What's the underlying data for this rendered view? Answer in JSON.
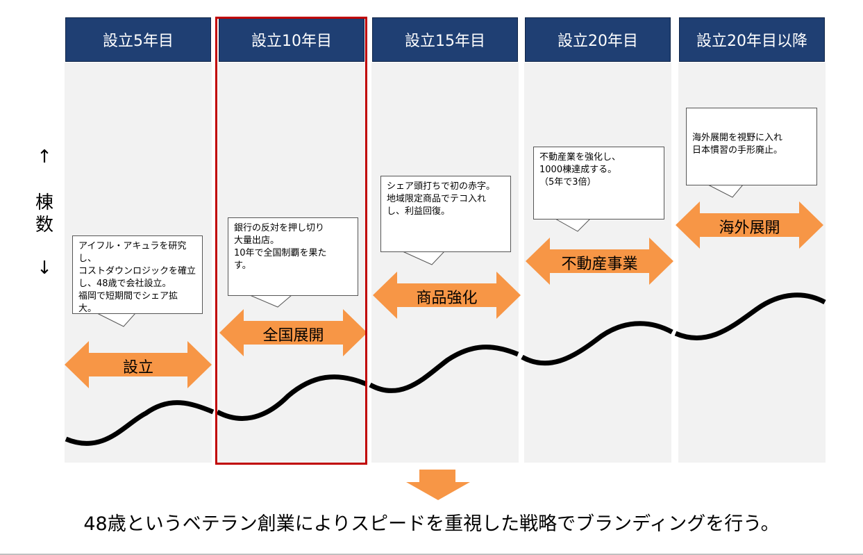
{
  "columns": [
    {
      "header": "設立5年目",
      "arrow_label": "設立",
      "callout": "アイフル・アキュラを研究し、\nコストダウンロジックを確立\nし、48歳で会社設立。\n福岡で短期間でシェア拡\n大。"
    },
    {
      "header": "設立10年目",
      "arrow_label": "全国展開",
      "callout": "銀行の反対を押し切り\n大量出店。\n10年で全国制覇を果た\nす。"
    },
    {
      "header": "設立15年目",
      "arrow_label": "商品強化",
      "callout": "シェア頭打ちで初の赤字。\n地域限定商品でテコ入れ\nし、利益回復。"
    },
    {
      "header": "設立20年目",
      "arrow_label": "不動産事業",
      "callout": "不動産業を強化し、\n1000棟達成する。\n（5年で3倍）"
    },
    {
      "header": "設立20年目以降",
      "arrow_label": "海外展開",
      "callout": "海外展開を視野に入れ\n日本慣習の手形廃止。"
    }
  ],
  "axis": {
    "up": "↑",
    "label_1": "棟",
    "label_2": "数",
    "down": "↓"
  },
  "conclusion": "48歳というベテラン創業によりスピードを重視した戦略でブランディングを行う。",
  "colors": {
    "header": "#1f3f73",
    "arrow": "#f79646",
    "highlight": "#c00000",
    "column_bg": "#f2f2f2"
  }
}
